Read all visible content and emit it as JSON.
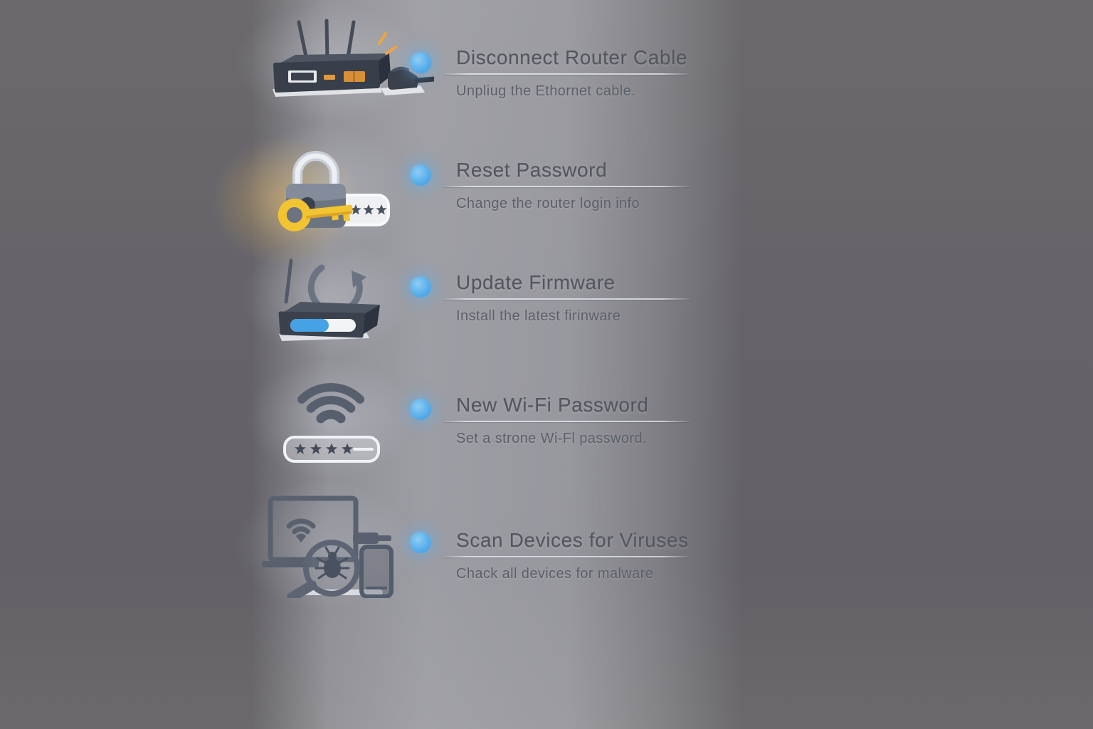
{
  "colors": {
    "accent_blue_dot": "#55acea",
    "key_yellow": "#f2c431",
    "progress_blue": "#45a2e4",
    "spark_orange": "#efa43e",
    "background_gray": "#656369",
    "light_band": "#a3a7af",
    "title_text": "#51565f",
    "subtitle_text": "#5a5f69"
  },
  "steps": [
    {
      "title": "Disconnect Router Cable",
      "subtitle": "Unpliug the Ethornet cable.",
      "icon": "router-unplugged-icon",
      "bullet": "blue-dot"
    },
    {
      "title": "Reset Password",
      "subtitle": "Change the router login info",
      "icon": "padlock-key-password-icon",
      "bullet": "blue-dot",
      "masked_password_chars": 4
    },
    {
      "title": "Update Firmware",
      "subtitle": "Install the latest firinware",
      "icon": "router-firmware-refresh-icon",
      "bullet": "blue-dot",
      "progress_fraction": 0.55
    },
    {
      "title": "New Wi-Fi Password",
      "subtitle": "Set a strone Wi-Fl password.",
      "icon": "wifi-password-icon",
      "bullet": "blue-dot",
      "masked_password_chars": 4
    },
    {
      "title": "Scan Devices for Viruses",
      "subtitle": "Chack all devices for malware",
      "icon": "device-malware-scan-icon",
      "bullet": "blue-dot"
    }
  ]
}
